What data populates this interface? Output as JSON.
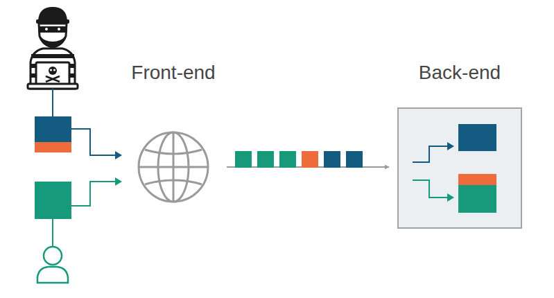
{
  "diagram": {
    "nodes": [
      {
        "text": [
          "Front-end"
        ]
      },
      {
        "text": [
          "Back-end"
        ]
      }
    ],
    "edges": [
      {
        "from": 0,
        "to": 1,
        "arrow": "to"
      }
    ]
  }
}
